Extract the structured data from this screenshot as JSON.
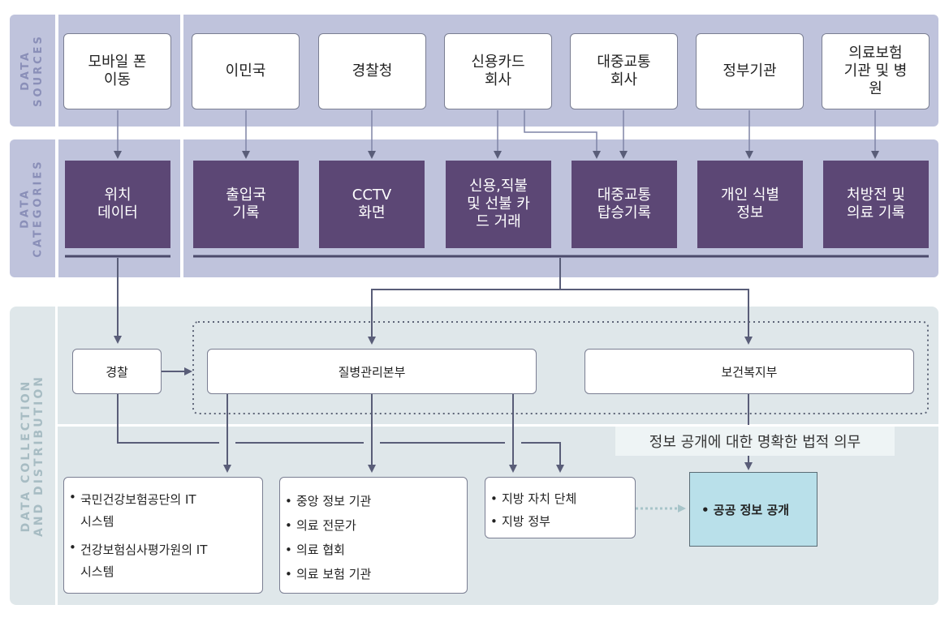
{
  "bands": {
    "sources_label": "DATA\nSOURCES",
    "categories_label": "DATA\nCATEGORIES",
    "collection_label": "DATA COLLECTION\nAND DISTRIBUTION"
  },
  "sources": [
    "모바일 폰\n이동",
    "이민국",
    "경찰청",
    "신용카드\n회사",
    "대중교통\n회사",
    "정부기관",
    "의료보험\n기관 및 병\n원"
  ],
  "categories": [
    "위치\n데이터",
    "출입국\n기록",
    "CCTV\n화면",
    "신용,직불\n및 선불 카\n드 거래",
    "대중교통\n탑승기록",
    "개인 식별\n정보",
    "처방전 및\n의료 기록"
  ],
  "collection": {
    "police": "경찰",
    "kcdc": "질병관리본부",
    "mohw": "보건복지부"
  },
  "obligation": "정보 공개에 대한 명확한 법적 의무",
  "lists": {
    "it_systems": [
      "국민건강보험공단의 IT\n시스템",
      "건강보험심사평가원의 IT\n시스템"
    ],
    "agencies": [
      "중앙 정보 기관",
      "의료 전문가",
      "의료 협회",
      "의료 보험 기관"
    ],
    "local": [
      "지방 자치 단체",
      "지방 정부"
    ]
  },
  "public_disclosure": "• 공공 정보 공개",
  "colors": {
    "band_top": "#bfc3dc",
    "band_bottom": "#dfe7ea",
    "category_fill": "#5c4775",
    "arrow": "#595d78",
    "public_fill": "#b9e0ea"
  }
}
